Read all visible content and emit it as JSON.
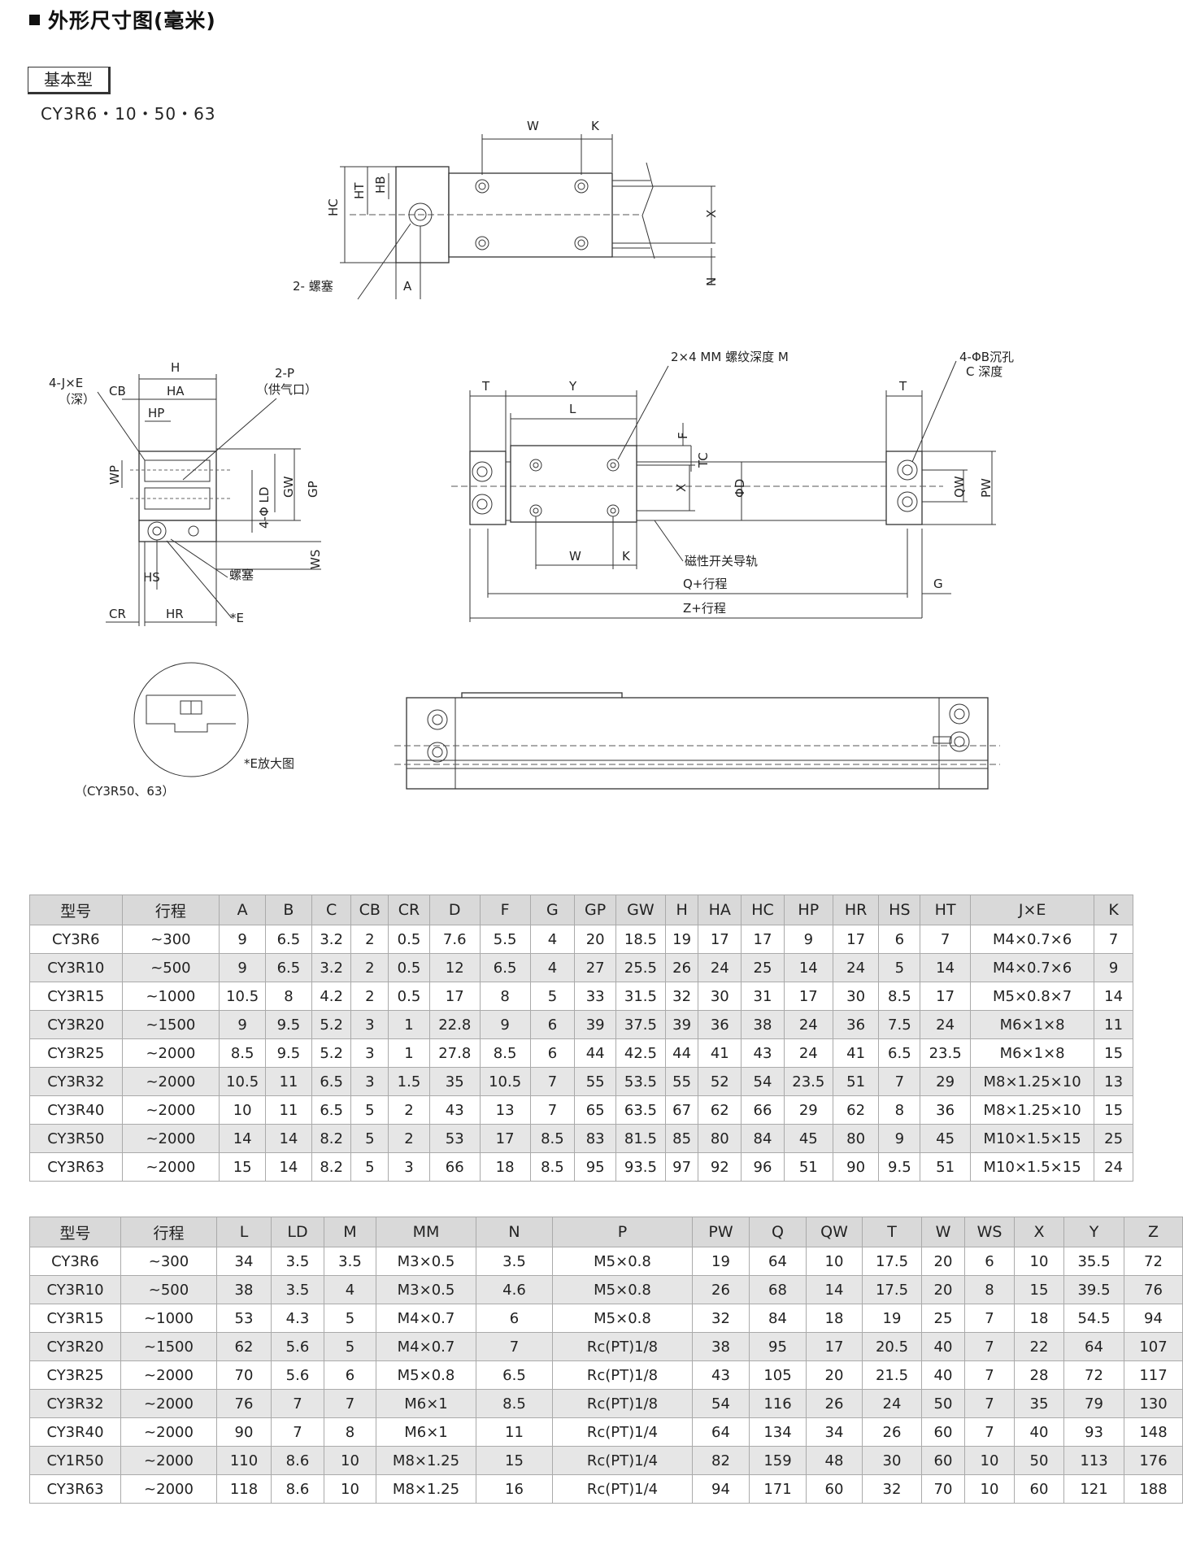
{
  "header": {
    "title": "外形尺寸图(毫米)",
    "type_label": "基本型",
    "models_caption": "CY3R6・10・50・63"
  },
  "diagram": {
    "top_view": {
      "W": "W",
      "K": "K",
      "HC": "HC",
      "HT": "HT",
      "HB": "HB",
      "X": "X",
      "N": "N",
      "A": "A",
      "plug": "2- 螺塞"
    },
    "side_view": {
      "JxE": "4-J×E",
      "deep": "（深）",
      "CB": "CB",
      "H": "H",
      "HA": "HA",
      "HP": "HP",
      "port": "2-P",
      "port_note": "（供气口）",
      "WP": "WP",
      "LD": "4-Φ LD",
      "GW": "GW",
      "GP": "GP",
      "WS": "WS",
      "HS": "HS",
      "plug": "螺塞",
      "CR": "CR",
      "HR": "HR",
      "E": "*E"
    },
    "front_view": {
      "thread": "2×4 MM 螺纹深度 M",
      "counterbore": "4-ΦB沉孔",
      "counterbore_depth": "C  深度",
      "T_left": "T",
      "T_right": "T",
      "Y": "Y",
      "L": "L",
      "F": "F",
      "TC": "TC",
      "X": "X",
      "D": "ΦD",
      "QW": "QW",
      "PW": "PW",
      "W": "W",
      "K": "K",
      "rail": "磁性开关导轨",
      "Q": "Q+行程",
      "G": "G",
      "Z": "Z+行程"
    },
    "detail": {
      "label": "*E放大图",
      "caption": "（CY3R50、63）"
    }
  },
  "table1": {
    "headers": [
      "型号",
      "行程",
      "A",
      "B",
      "C",
      "CB",
      "CR",
      "D",
      "F",
      "G",
      "GP",
      "GW",
      "H",
      "HA",
      "HC",
      "HP",
      "HR",
      "HS",
      "HT",
      "J×E",
      "K"
    ],
    "rows": [
      [
        "CY3R6",
        "~300",
        "9",
        "6.5",
        "3.2",
        "2",
        "0.5",
        "7.6",
        "5.5",
        "4",
        "20",
        "18.5",
        "19",
        "17",
        "17",
        "9",
        "17",
        "6",
        "7",
        "M4×0.7×6",
        "7"
      ],
      [
        "CY3R10",
        "~500",
        "9",
        "6.5",
        "3.2",
        "2",
        "0.5",
        "12",
        "6.5",
        "4",
        "27",
        "25.5",
        "26",
        "24",
        "25",
        "14",
        "24",
        "5",
        "14",
        "M4×0.7×6",
        "9"
      ],
      [
        "CY3R15",
        "~1000",
        "10.5",
        "8",
        "4.2",
        "2",
        "0.5",
        "17",
        "8",
        "5",
        "33",
        "31.5",
        "32",
        "30",
        "31",
        "17",
        "30",
        "8.5",
        "17",
        "M5×0.8×7",
        "14"
      ],
      [
        "CY3R20",
        "~1500",
        "9",
        "9.5",
        "5.2",
        "3",
        "1",
        "22.8",
        "9",
        "6",
        "39",
        "37.5",
        "39",
        "36",
        "38",
        "24",
        "36",
        "7.5",
        "24",
        "M6×1×8",
        "11"
      ],
      [
        "CY3R25",
        "~2000",
        "8.5",
        "9.5",
        "5.2",
        "3",
        "1",
        "27.8",
        "8.5",
        "6",
        "44",
        "42.5",
        "44",
        "41",
        "43",
        "24",
        "41",
        "6.5",
        "23.5",
        "M6×1×8",
        "15"
      ],
      [
        "CY3R32",
        "~2000",
        "10.5",
        "11",
        "6.5",
        "3",
        "1.5",
        "35",
        "10.5",
        "7",
        "55",
        "53.5",
        "55",
        "52",
        "54",
        "23.5",
        "51",
        "7",
        "29",
        "M8×1.25×10",
        "13"
      ],
      [
        "CY3R40",
        "~2000",
        "10",
        "11",
        "6.5",
        "5",
        "2",
        "43",
        "13",
        "7",
        "65",
        "63.5",
        "67",
        "62",
        "66",
        "29",
        "62",
        "8",
        "36",
        "M8×1.25×10",
        "15"
      ],
      [
        "CY3R50",
        "~2000",
        "14",
        "14",
        "8.2",
        "5",
        "2",
        "53",
        "17",
        "8.5",
        "83",
        "81.5",
        "85",
        "80",
        "84",
        "45",
        "80",
        "9",
        "45",
        "M10×1.5×15",
        "25"
      ],
      [
        "CY3R63",
        "~2000",
        "15",
        "14",
        "8.2",
        "5",
        "3",
        "66",
        "18",
        "8.5",
        "95",
        "93.5",
        "97",
        "92",
        "96",
        "51",
        "90",
        "9.5",
        "51",
        "M10×1.5×15",
        "24"
      ]
    ]
  },
  "table2": {
    "headers": [
      "型号",
      "行程",
      "L",
      "LD",
      "M",
      "MM",
      "N",
      "P",
      "PW",
      "Q",
      "QW",
      "T",
      "W",
      "WS",
      "X",
      "Y",
      "Z"
    ],
    "rows": [
      [
        "CY3R6",
        "~300",
        "34",
        "3.5",
        "3.5",
        "M3×0.5",
        "3.5",
        "M5×0.8",
        "19",
        "64",
        "10",
        "17.5",
        "20",
        "6",
        "10",
        "35.5",
        "72"
      ],
      [
        "CY3R10",
        "~500",
        "38",
        "3.5",
        "4",
        "M3×0.5",
        "4.6",
        "M5×0.8",
        "26",
        "68",
        "14",
        "17.5",
        "20",
        "8",
        "15",
        "39.5",
        "76"
      ],
      [
        "CY3R15",
        "~1000",
        "53",
        "4.3",
        "5",
        "M4×0.7",
        "6",
        "M5×0.8",
        "32",
        "84",
        "18",
        "19",
        "25",
        "7",
        "18",
        "54.5",
        "94"
      ],
      [
        "CY3R20",
        "~1500",
        "62",
        "5.6",
        "5",
        "M4×0.7",
        "7",
        "Rc(PT)1/8",
        "38",
        "95",
        "17",
        "20.5",
        "40",
        "7",
        "22",
        "64",
        "107"
      ],
      [
        "CY3R25",
        "~2000",
        "70",
        "5.6",
        "6",
        "M5×0.8",
        "6.5",
        "Rc(PT)1/8",
        "43",
        "105",
        "20",
        "21.5",
        "40",
        "7",
        "28",
        "72",
        "117"
      ],
      [
        "CY3R32",
        "~2000",
        "76",
        "7",
        "7",
        "M6×1",
        "8.5",
        "Rc(PT)1/8",
        "54",
        "116",
        "26",
        "24",
        "50",
        "7",
        "35",
        "79",
        "130"
      ],
      [
        "CY3R40",
        "~2000",
        "90",
        "7",
        "8",
        "M6×1",
        "11",
        "Rc(PT)1/4",
        "64",
        "134",
        "34",
        "26",
        "60",
        "7",
        "40",
        "93",
        "148"
      ],
      [
        "CY1R50",
        "~2000",
        "110",
        "8.6",
        "10",
        "M8×1.25",
        "15",
        "Rc(PT)1/4",
        "82",
        "159",
        "48",
        "30",
        "60",
        "10",
        "50",
        "113",
        "176"
      ],
      [
        "CY3R63",
        "~2000",
        "118",
        "8.6",
        "10",
        "M8×1.25",
        "16",
        "Rc(PT)1/4",
        "94",
        "171",
        "60",
        "32",
        "70",
        "10",
        "60",
        "121",
        "188"
      ]
    ]
  }
}
